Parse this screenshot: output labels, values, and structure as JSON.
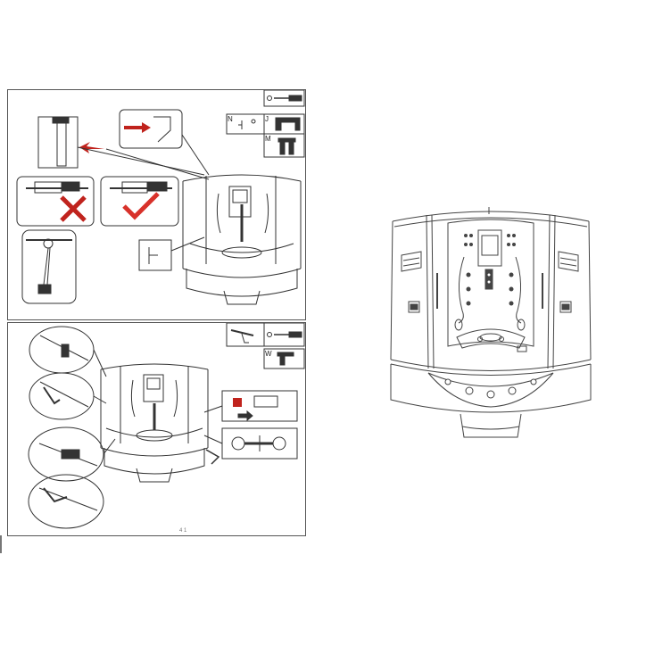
{
  "panel_top": {
    "part_labels": [
      "N",
      "J",
      "M"
    ]
  },
  "panel_bottom": {
    "part_labels": [
      "W"
    ],
    "footer_mark": "4 1"
  },
  "colors": {
    "arrow": "#c0231d",
    "check": "#d8312a",
    "line": "#333333"
  },
  "icons": {
    "reject": "x-mark-icon",
    "accept": "check-mark-icon",
    "screwdriver": "screwdriver-icon",
    "silicone_gun": "silicone-gun-icon"
  }
}
